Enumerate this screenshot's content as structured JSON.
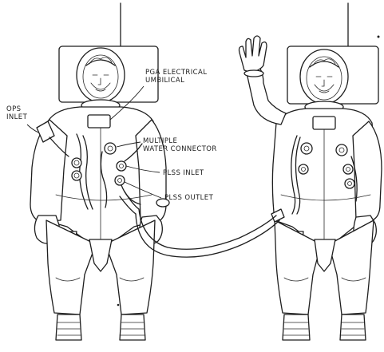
{
  "labels": {
    "ops_inlet_line1": "OPS",
    "ops_inlet_line2": "INLET",
    "pga_line1": "PGA ELECTRICAL",
    "pga_line2": "UMBILICAL",
    "mwc_line1": "MULTIPLE",
    "mwc_line2": "WATER CONNECTOR",
    "plss_inlet": "PLSS INLET",
    "plss_outlet": "PLSS OUTLET"
  },
  "colors": {
    "ink": "#1e1e1e",
    "paper": "#ffffff"
  }
}
